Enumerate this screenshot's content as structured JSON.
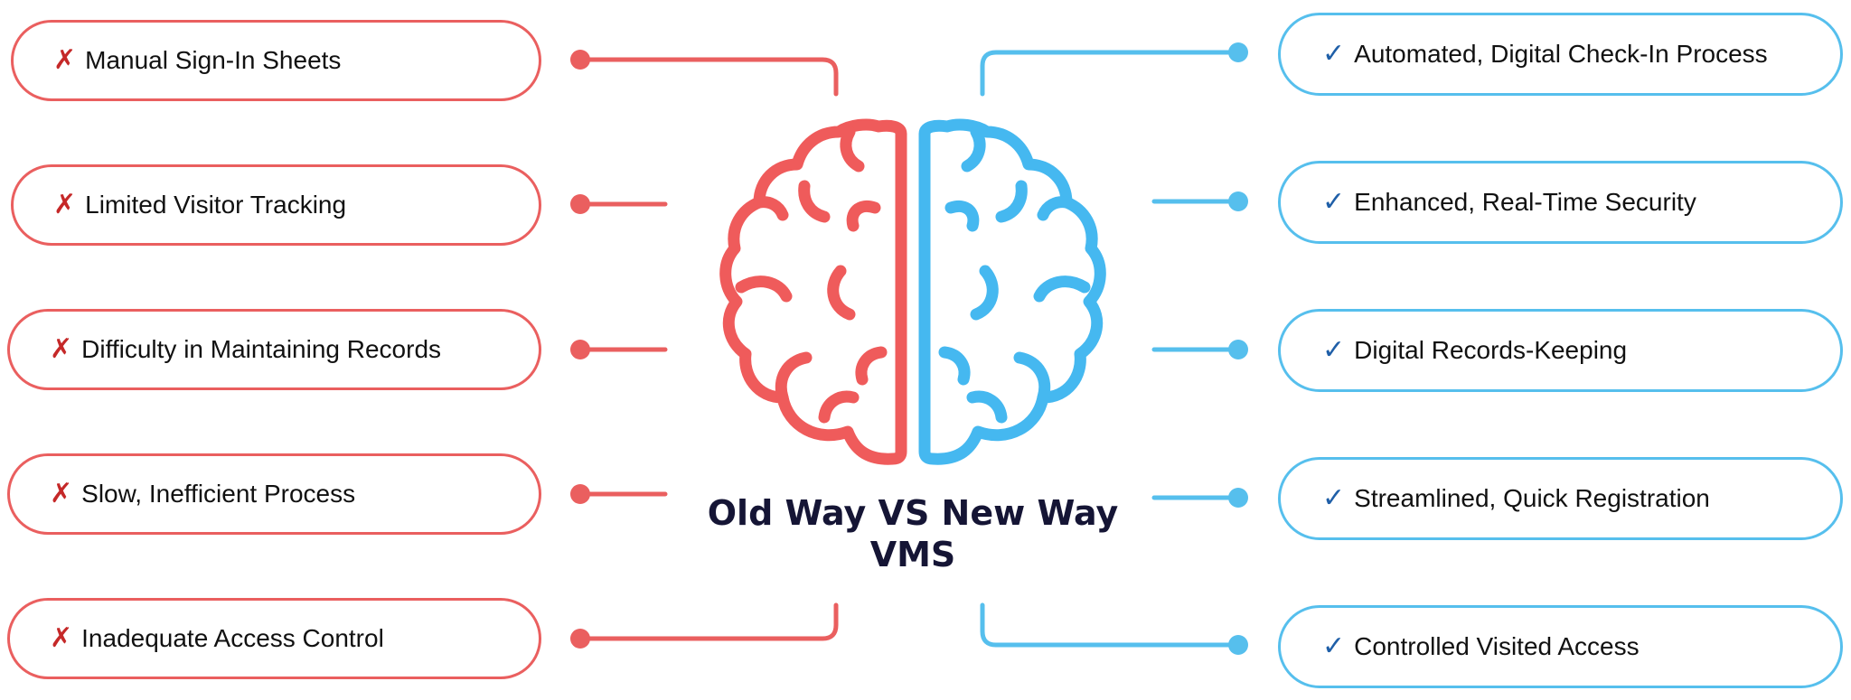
{
  "old_way": {
    "mark": "✗",
    "items": [
      "Manual Sign-In Sheets",
      "Limited Visitor Tracking",
      "Difficulty in Maintaining Records",
      "Slow, Inefficient Process",
      "Inadequate Access Control"
    ]
  },
  "new_way": {
    "mark": "✓",
    "items": [
      "Automated, Digital Check-In Process",
      "Enhanced, Real-Time Security",
      "Digital Records-Keeping",
      "Streamlined, Quick Registration",
      "Controlled Visited Access"
    ]
  },
  "center": {
    "title_line1": "Old Way VS New Way",
    "title_line2": "VMS",
    "icon": "brain-icon"
  },
  "colors": {
    "old": "#ea5f5f",
    "new": "#56bfed",
    "cross": "#c52828",
    "check": "#1f5fa8",
    "title": "#151535"
  }
}
